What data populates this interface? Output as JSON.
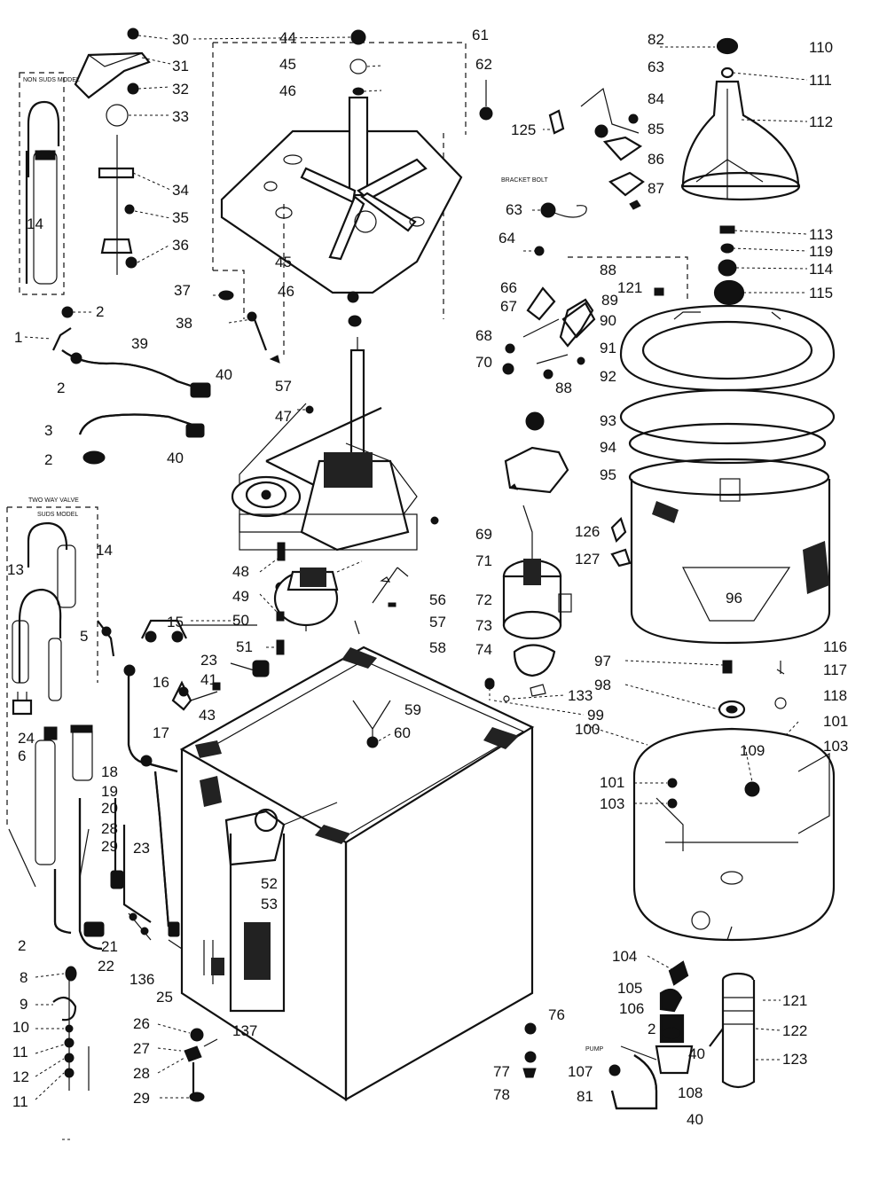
{
  "callouts": [
    {
      "key": "p30",
      "text": "30"
    },
    {
      "key": "p31",
      "text": "31"
    },
    {
      "key": "p32",
      "text": "32"
    },
    {
      "key": "p33",
      "text": "33"
    },
    {
      "key": "p34",
      "text": "34"
    },
    {
      "key": "p35",
      "text": "35"
    },
    {
      "key": "p36",
      "text": "36"
    },
    {
      "key": "p14a",
      "text": "14"
    },
    {
      "key": "p2a",
      "text": "2"
    },
    {
      "key": "p1",
      "text": "1"
    },
    {
      "key": "p2b",
      "text": "2"
    },
    {
      "key": "p39",
      "text": "39"
    },
    {
      "key": "p40a",
      "text": "40"
    },
    {
      "key": "p3",
      "text": "3"
    },
    {
      "key": "p40b",
      "text": "40"
    },
    {
      "key": "p2c",
      "text": "2"
    },
    {
      "key": "p37",
      "text": "37"
    },
    {
      "key": "p38",
      "text": "38"
    },
    {
      "key": "p57a",
      "text": "57"
    },
    {
      "key": "p44",
      "text": "44"
    },
    {
      "key": "p45a",
      "text": "45"
    },
    {
      "key": "p46a",
      "text": "46"
    },
    {
      "key": "p61",
      "text": "61"
    },
    {
      "key": "p62",
      "text": "62"
    },
    {
      "key": "p45b",
      "text": "45"
    },
    {
      "key": "p46b",
      "text": "46"
    },
    {
      "key": "p47",
      "text": "47"
    },
    {
      "key": "p48",
      "text": "48"
    },
    {
      "key": "p49",
      "text": "49"
    },
    {
      "key": "p50",
      "text": "50"
    },
    {
      "key": "p51",
      "text": "51"
    },
    {
      "key": "p56",
      "text": "56"
    },
    {
      "key": "p57b",
      "text": "57"
    },
    {
      "key": "p58",
      "text": "58"
    },
    {
      "key": "p59",
      "text": "59"
    },
    {
      "key": "p60",
      "text": "60"
    },
    {
      "key": "p125",
      "text": "125"
    },
    {
      "key": "p63a",
      "text": "63"
    },
    {
      "key": "p64",
      "text": "64"
    },
    {
      "key": "p66",
      "text": "66"
    },
    {
      "key": "p67",
      "text": "67"
    },
    {
      "key": "p68",
      "text": "68"
    },
    {
      "key": "p70",
      "text": "70"
    },
    {
      "key": "p82",
      "text": "82"
    },
    {
      "key": "p63b",
      "text": "63"
    },
    {
      "key": "p84",
      "text": "84"
    },
    {
      "key": "p85",
      "text": "85"
    },
    {
      "key": "p86",
      "text": "86"
    },
    {
      "key": "p87",
      "text": "87"
    },
    {
      "key": "p88a",
      "text": "88"
    },
    {
      "key": "p121a",
      "text": "121"
    },
    {
      "key": "p89",
      "text": "89"
    },
    {
      "key": "p90",
      "text": "90"
    },
    {
      "key": "p91",
      "text": "91"
    },
    {
      "key": "p88b",
      "text": "88"
    },
    {
      "key": "p92",
      "text": "92"
    },
    {
      "key": "p93",
      "text": "93"
    },
    {
      "key": "p94",
      "text": "94"
    },
    {
      "key": "p95",
      "text": "95"
    },
    {
      "key": "p69",
      "text": "69"
    },
    {
      "key": "p71",
      "text": "71"
    },
    {
      "key": "p126",
      "text": "126"
    },
    {
      "key": "p127",
      "text": "127"
    },
    {
      "key": "p72",
      "text": "72"
    },
    {
      "key": "p73",
      "text": "73"
    },
    {
      "key": "p74",
      "text": "74"
    },
    {
      "key": "p96",
      "text": "96"
    },
    {
      "key": "p110",
      "text": "110"
    },
    {
      "key": "p111",
      "text": "111"
    },
    {
      "key": "p112",
      "text": "112"
    },
    {
      "key": "p113",
      "text": "113"
    },
    {
      "key": "p119",
      "text": "119"
    },
    {
      "key": "p114",
      "text": "114"
    },
    {
      "key": "p115",
      "text": "115"
    },
    {
      "key": "p116",
      "text": "116"
    },
    {
      "key": "p117",
      "text": "117"
    },
    {
      "key": "p118",
      "text": "118"
    },
    {
      "key": "p101a",
      "text": "101"
    },
    {
      "key": "p103a",
      "text": "103"
    },
    {
      "key": "p97",
      "text": "97"
    },
    {
      "key": "p98",
      "text": "98"
    },
    {
      "key": "p133",
      "text": "133"
    },
    {
      "key": "p99",
      "text": "99"
    },
    {
      "key": "p100",
      "text": "100"
    },
    {
      "key": "p109",
      "text": "109"
    },
    {
      "key": "p101b",
      "text": "101"
    },
    {
      "key": "p103b",
      "text": "103"
    },
    {
      "key": "p13",
      "text": "13"
    },
    {
      "key": "p14b",
      "text": "14"
    },
    {
      "key": "p5",
      "text": "5"
    },
    {
      "key": "p15",
      "text": "15"
    },
    {
      "key": "p16",
      "text": "16"
    },
    {
      "key": "p23a",
      "text": "23"
    },
    {
      "key": "p41",
      "text": "41"
    },
    {
      "key": "p43",
      "text": "43"
    },
    {
      "key": "p17",
      "text": "17"
    },
    {
      "key": "p18",
      "text": "18"
    },
    {
      "key": "p19",
      "text": "19"
    },
    {
      "key": "p24",
      "text": "24"
    },
    {
      "key": "p6",
      "text": "6"
    },
    {
      "key": "p20",
      "text": "20"
    },
    {
      "key": "p28a",
      "text": "28"
    },
    {
      "key": "p29a",
      "text": "29"
    },
    {
      "key": "p23b",
      "text": "23"
    },
    {
      "key": "p52",
      "text": "52"
    },
    {
      "key": "p53",
      "text": "53"
    },
    {
      "key": "p2d",
      "text": "2"
    },
    {
      "key": "p21",
      "text": "21"
    },
    {
      "key": "p22",
      "text": "22"
    },
    {
      "key": "p136",
      "text": "136"
    },
    {
      "key": "p8",
      "text": "8"
    },
    {
      "key": "p9",
      "text": "9"
    },
    {
      "key": "p10",
      "text": "10"
    },
    {
      "key": "p11a",
      "text": "11"
    },
    {
      "key": "p12",
      "text": "12"
    },
    {
      "key": "p11b",
      "text": "11"
    },
    {
      "key": "p25",
      "text": "25"
    },
    {
      "key": "p26",
      "text": "26"
    },
    {
      "key": "p27",
      "text": "27"
    },
    {
      "key": "p28b",
      "text": "28"
    },
    {
      "key": "p29b",
      "text": "29"
    },
    {
      "key": "p137",
      "text": "137"
    },
    {
      "key": "p76",
      "text": "76"
    },
    {
      "key": "p77",
      "text": "77"
    },
    {
      "key": "p78",
      "text": "78"
    },
    {
      "key": "p104",
      "text": "104"
    },
    {
      "key": "p105",
      "text": "105"
    },
    {
      "key": "p106",
      "text": "106"
    },
    {
      "key": "p2e",
      "text": "2"
    },
    {
      "key": "p107",
      "text": "107"
    },
    {
      "key": "p81",
      "text": "81"
    },
    {
      "key": "p108",
      "text": "108"
    },
    {
      "key": "p40c",
      "text": "40"
    },
    {
      "key": "p40d",
      "text": "40"
    },
    {
      "key": "p121b",
      "text": "121"
    },
    {
      "key": "p122",
      "text": "122"
    },
    {
      "key": "p123",
      "text": "123"
    }
  ],
  "notes": {
    "top_left": "NON SUDS MODEL",
    "two_way_valve": "TWO WAY VALVE",
    "suds_model": "SUDS MODEL",
    "pump_label": "PUMP",
    "bracket_label": "BRACKET BOLT"
  }
}
